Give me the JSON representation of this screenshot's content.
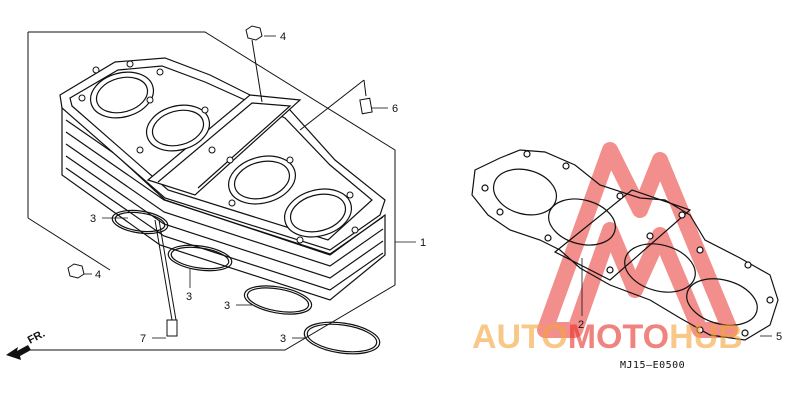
{
  "diagram": {
    "callouts": [
      {
        "id": "c1",
        "label": "1"
      },
      {
        "id": "c2",
        "label": "2"
      },
      {
        "id": "c3a",
        "label": "3"
      },
      {
        "id": "c3b",
        "label": "3"
      },
      {
        "id": "c3c",
        "label": "3"
      },
      {
        "id": "c3d",
        "label": "3"
      },
      {
        "id": "c4a",
        "label": "4"
      },
      {
        "id": "c4b",
        "label": "4"
      },
      {
        "id": "c5",
        "label": "5"
      },
      {
        "id": "c6",
        "label": "6"
      },
      {
        "id": "c7",
        "label": "7"
      }
    ],
    "direction_label": "FR.",
    "part_code": "MJ15—E0500"
  },
  "watermark": {
    "text_left": "AUTO",
    "text_mid": "MOTO",
    "text_right": "HUB",
    "color_primary": "#e8322b",
    "color_secondary": "#f3a53a"
  }
}
